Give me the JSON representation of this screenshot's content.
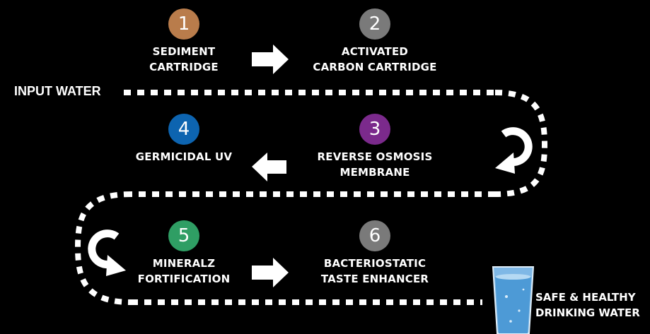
{
  "colors": {
    "background": "#000000",
    "step1": "#b97c4b",
    "step2": "#7a7a7a",
    "step3": "#7b2a8c",
    "step4": "#0d64b0",
    "step5": "#2f9e64",
    "step6": "#7a7a7a",
    "line": "#ffffff",
    "glass": "#6fb2e3"
  },
  "input_label": "INPUT WATER",
  "output_label": {
    "line1": "SAFE & HEALTHY",
    "line2": "DRINKING WATER"
  },
  "steps": [
    {
      "number": "1",
      "line1": "SEDIMENT",
      "line2": "CARTRIDGE"
    },
    {
      "number": "2",
      "line1": "ACTIVATED",
      "line2": "CARBON CARTRIDGE"
    },
    {
      "number": "3",
      "line1": "REVERSE OSMOSIS",
      "line2": "MEMBRANE"
    },
    {
      "number": "4",
      "line1": "GERMICIDAL UV",
      "line2": ""
    },
    {
      "number": "5",
      "line1": "MINERALZ",
      "line2": "FORTIFICATION"
    },
    {
      "number": "6",
      "line1": "BACTERIOSTATIC",
      "line2": "TASTE ENHANCER"
    }
  ],
  "arrows": [
    "right-arrow-icon",
    "left-arrow-icon",
    "right-arrow-icon",
    "u-turn-down-icon",
    "u-turn-down-icon",
    "water-glass-icon"
  ]
}
